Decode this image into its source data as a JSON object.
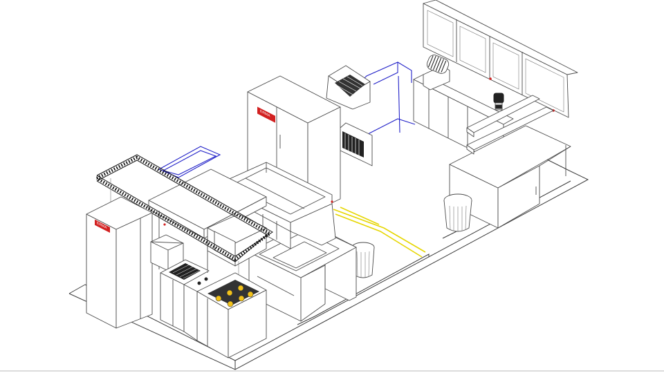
{
  "diagram": {
    "kind": "isometric commercial kitchen layout",
    "line_color": "#4a4a4a",
    "accent_colors": {
      "equipment_badge": "#d22020",
      "ventilation_duct": "#2121c8",
      "floor_marking": "#e6d600",
      "burner_flame": "#f2c21a"
    },
    "badges": {
      "tall_fridge_left": "ERMA",
      "tall_fridge_center": "ERMA"
    }
  }
}
